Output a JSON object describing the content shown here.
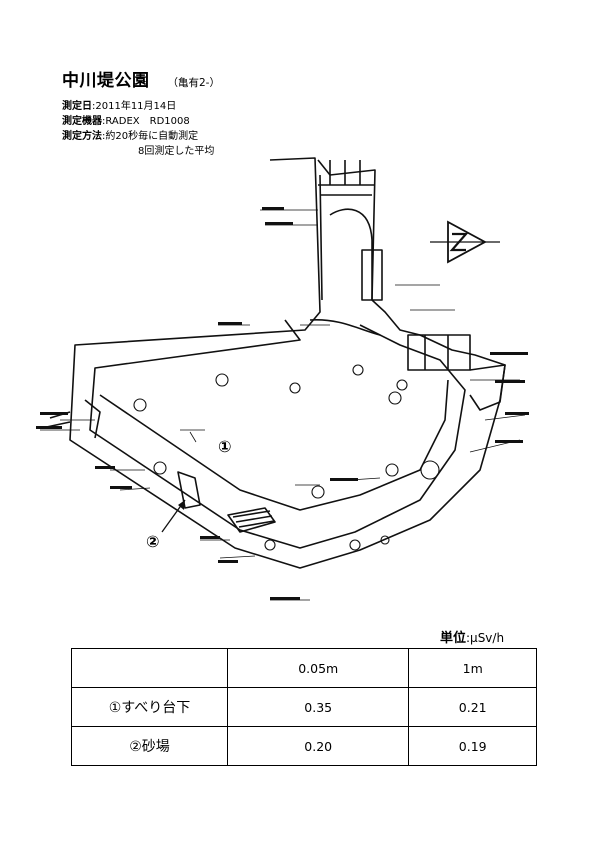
{
  "header": {
    "title": "中川堤公園",
    "subtitle": "（亀有2-）",
    "meta": [
      {
        "label": "測定日",
        "value": ":2011年11月14日"
      },
      {
        "label": "測定機器",
        "value": ":RADEX　RD1008"
      },
      {
        "label": "測定方法",
        "value": ":約20秒毎に自動測定"
      }
    ],
    "meta_continuation": "8回測定した平均"
  },
  "map": {
    "marker_1": "①",
    "marker_2": "②"
  },
  "unit": {
    "label": "単位",
    "value": ":μSv/h"
  },
  "table": {
    "columns": [
      "",
      "0.05m",
      "1m"
    ],
    "rows": [
      {
        "label": "①すべり台下",
        "v005": "0.35",
        "v1": "0.21"
      },
      {
        "label": "②砂場",
        "v005": "0.20",
        "v1": "0.19"
      }
    ]
  }
}
